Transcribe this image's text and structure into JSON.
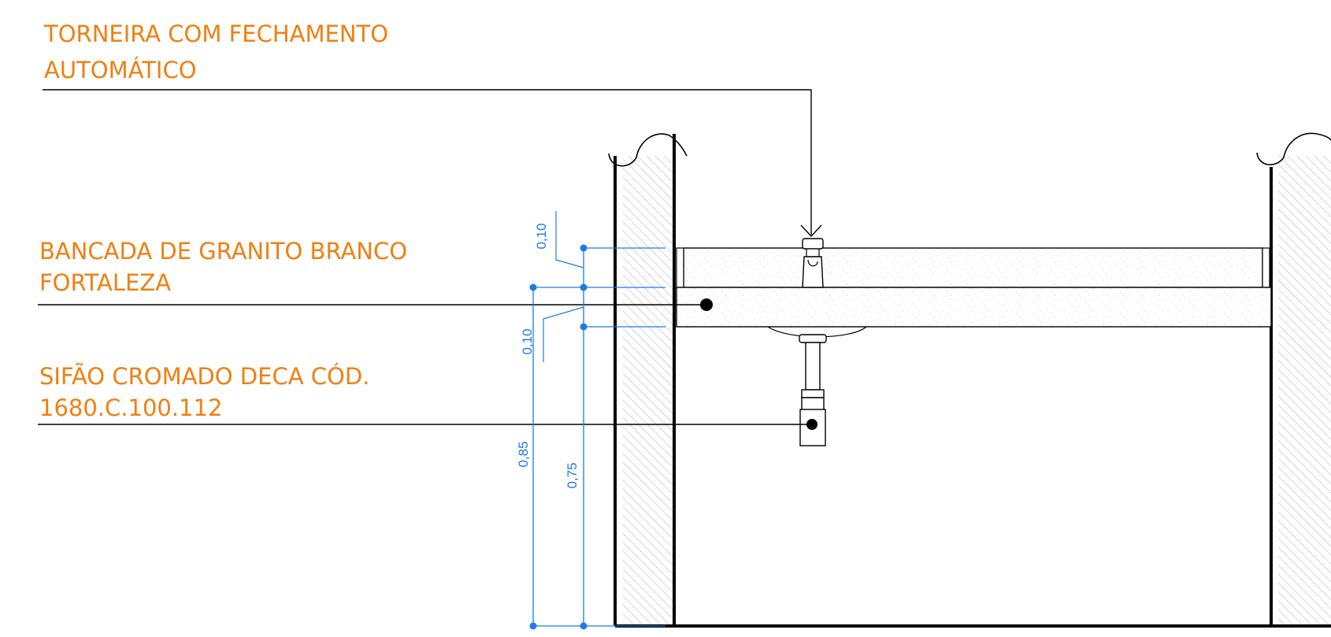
{
  "colors": {
    "label": "#f07f11",
    "dimension": "#1e7be6",
    "line": "#000000",
    "hatch": "#9a9a9a",
    "stone": "#c9c9c9"
  },
  "labels": {
    "faucet": {
      "line1": "TORNEIRA COM FECHAMENTO",
      "line2": "AUTOMÁTICO"
    },
    "countertop": {
      "line1": "BANCADA DE GRANITO BRANCO",
      "line2": "FORTALEZA"
    },
    "siphon": {
      "line1": "SIFÃO CROMADO DECA CÓD.",
      "line2": "1680.C.100.112"
    }
  },
  "dimensions": {
    "top_thickness": "0,10",
    "apron_height": "0,10",
    "counter_height": "0,85",
    "underside_height": "0,75"
  }
}
